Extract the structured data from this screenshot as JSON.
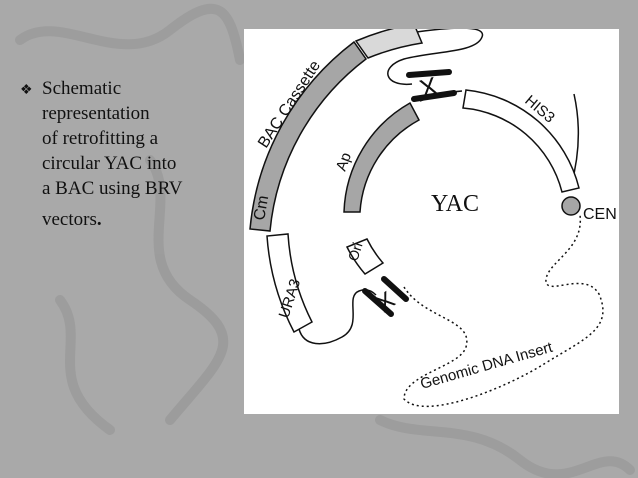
{
  "slide": {
    "bullet_icon": "diamond-bullet-icon",
    "bullet_lines": [
      "Schematic",
      "representation",
      "of retrofitting a",
      "circular YAC into",
      "a BAC using BRV"
    ],
    "bullet_last": "vectors",
    "bullet_last_punct": "."
  },
  "figure": {
    "center_label": "YAC",
    "bac_cassette_label": "BAC Cassette",
    "cm_label": "Cm",
    "ura3_label": "URA3",
    "ap_label": "Ap",
    "ori_label": "Ori",
    "his3_label": "HIS3",
    "cen_label": "CEN",
    "insert_label": "Genomic DNA Insert",
    "lox_mark": "X"
  },
  "colors": {
    "slide_background": "#a9a9a9",
    "figure_background": "#ffffff",
    "segment_gray": "#a6a6a6",
    "line": "#111111"
  }
}
